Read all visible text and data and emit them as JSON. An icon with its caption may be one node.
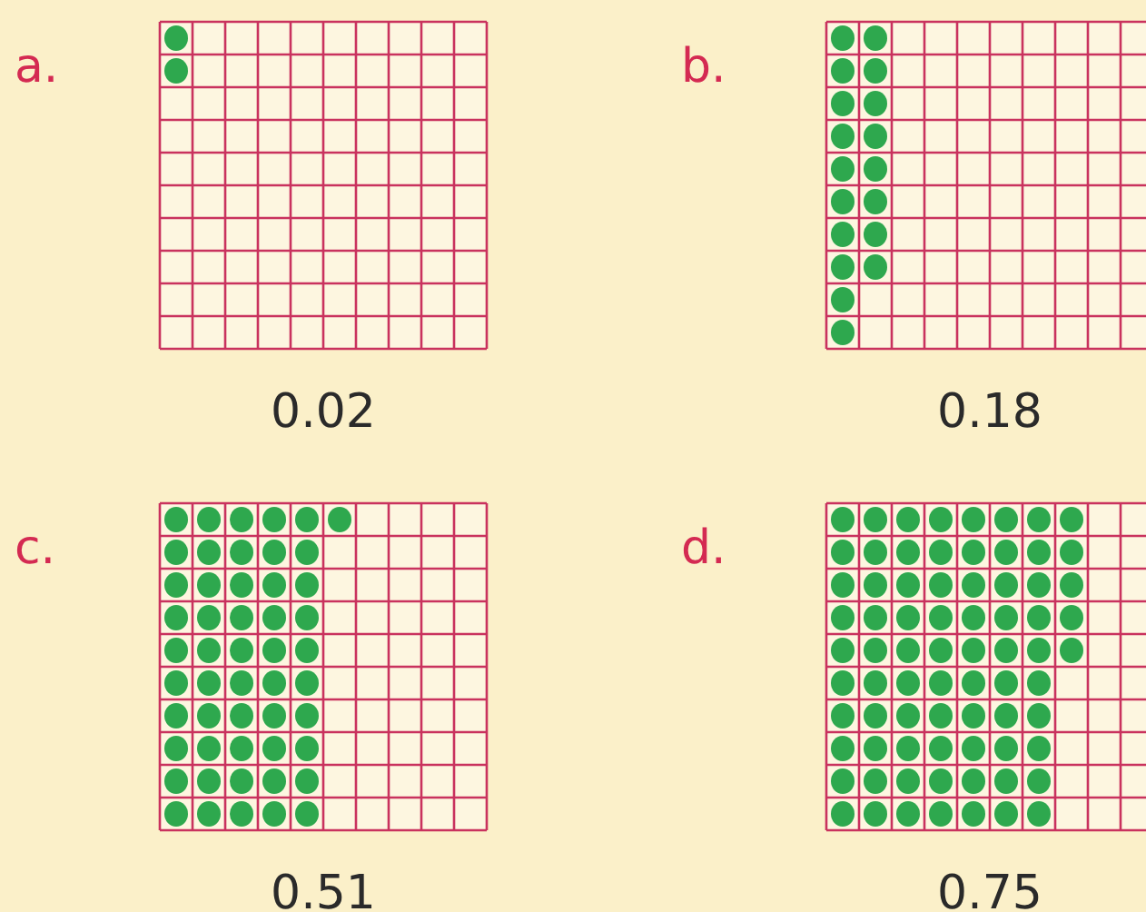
{
  "diagram": {
    "nodes": [
      {
        "text": [
          "a.",
          "0.02"
        ]
      },
      {
        "text": [
          "b.",
          "0.18"
        ]
      },
      {
        "text": [
          "c.",
          "0.51"
        ]
      },
      {
        "text": [
          "d.",
          "0.75"
        ]
      }
    ]
  }
}
